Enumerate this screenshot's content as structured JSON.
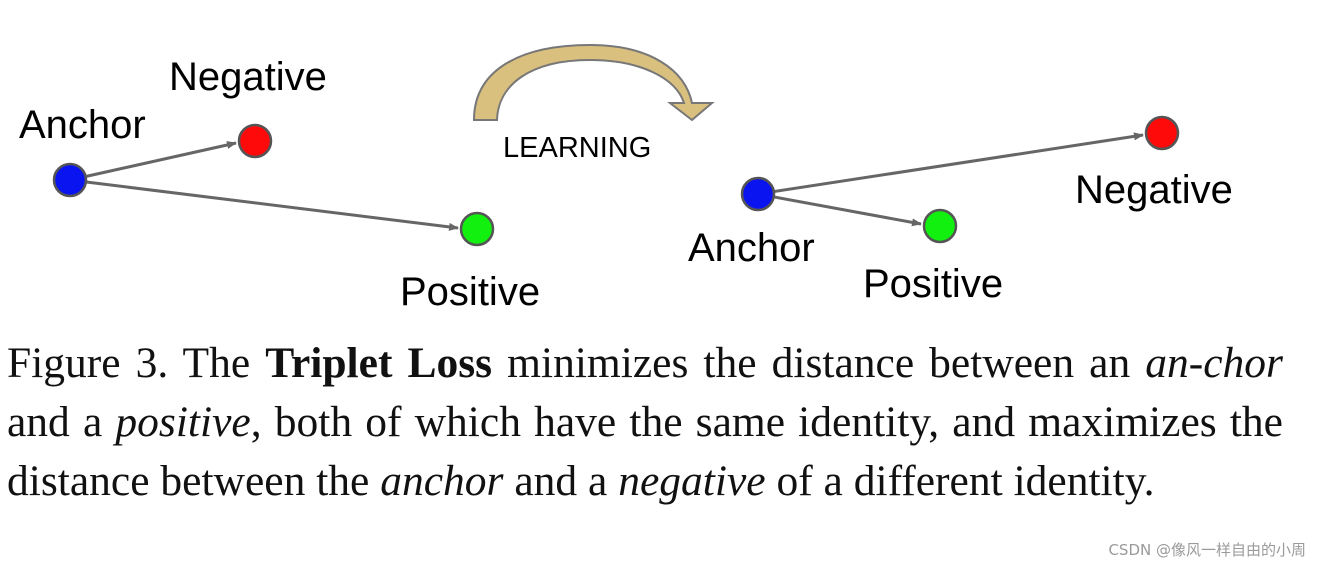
{
  "figure": {
    "left_diagram": {
      "anchor": "Anchor",
      "negative": "Negative",
      "positive": "Positive"
    },
    "transition_label": "LEARNING",
    "right_diagram": {
      "anchor": "Anchor",
      "negative": "Negative",
      "positive": "Positive"
    },
    "colors": {
      "anchor": "#0a14f0",
      "negative": "#ff0a0a",
      "positive": "#12f00f",
      "arrow": "#666666",
      "learning_arrow": "#d9c07e"
    }
  },
  "caption": {
    "prefix": "Figure 3. The ",
    "bold": "Triplet Loss",
    "t1": " minimizes the distance between an ",
    "i1": "an-chor",
    "t2": " and a ",
    "i2": "positive",
    "t3": ", both of which have the same identity, and maximizes the distance between the ",
    "i3": "anchor",
    "t4": " and a ",
    "i4": "negative",
    "t5": " of a different identity."
  },
  "watermark": "CSDN @像风一样自由的小周"
}
